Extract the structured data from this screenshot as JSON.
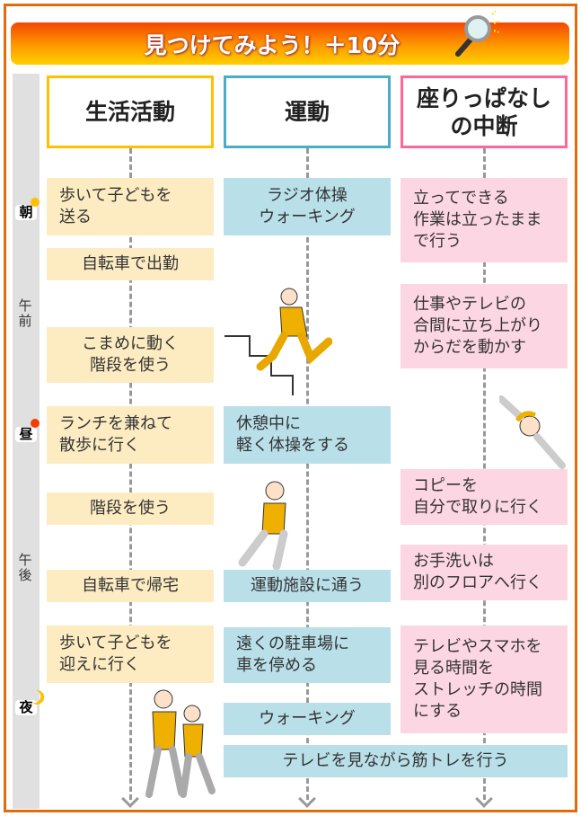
{
  "title": "見つけてみよう！＋10分",
  "time_labels": {
    "morning": "朝",
    "am": "午前",
    "noon": "昼",
    "pm": "午後",
    "night": "夜"
  },
  "columns": [
    {
      "header": "生活活動",
      "color": "#ffc000",
      "items": [
        "歩いて子どもを\n送る",
        "自転車で出勤",
        "こまめに動く\n階段を使う",
        "ランチを兼ねて\n散歩に行く",
        "階段を使う",
        "自転車で帰宅",
        "歩いて子どもを\n迎えに行く"
      ]
    },
    {
      "header": "運動",
      "color": "#4bacc6",
      "items": [
        "ラジオ体操\nウォーキング",
        "休憩中に\n軽く体操をする",
        "運動施設に通う",
        "遠くの駐車場に\n車を停める",
        "ウォーキング"
      ]
    },
    {
      "header": "座りっぱなし\nの中断",
      "color": "#ff6699",
      "items": [
        "立ってできる\n作業は立ったまま\nで行う",
        "仕事やテレビの\n合間に立ち上がり\nからだを動かす",
        "コピーを\n自分で取りに行く",
        "お手洗いは\n別のフロアへ行く",
        "テレビやスマホを\n見る時間を\nストレッチの時間\nにする"
      ]
    }
  ],
  "shared_item": "テレビを見ながら筋トレを行う"
}
